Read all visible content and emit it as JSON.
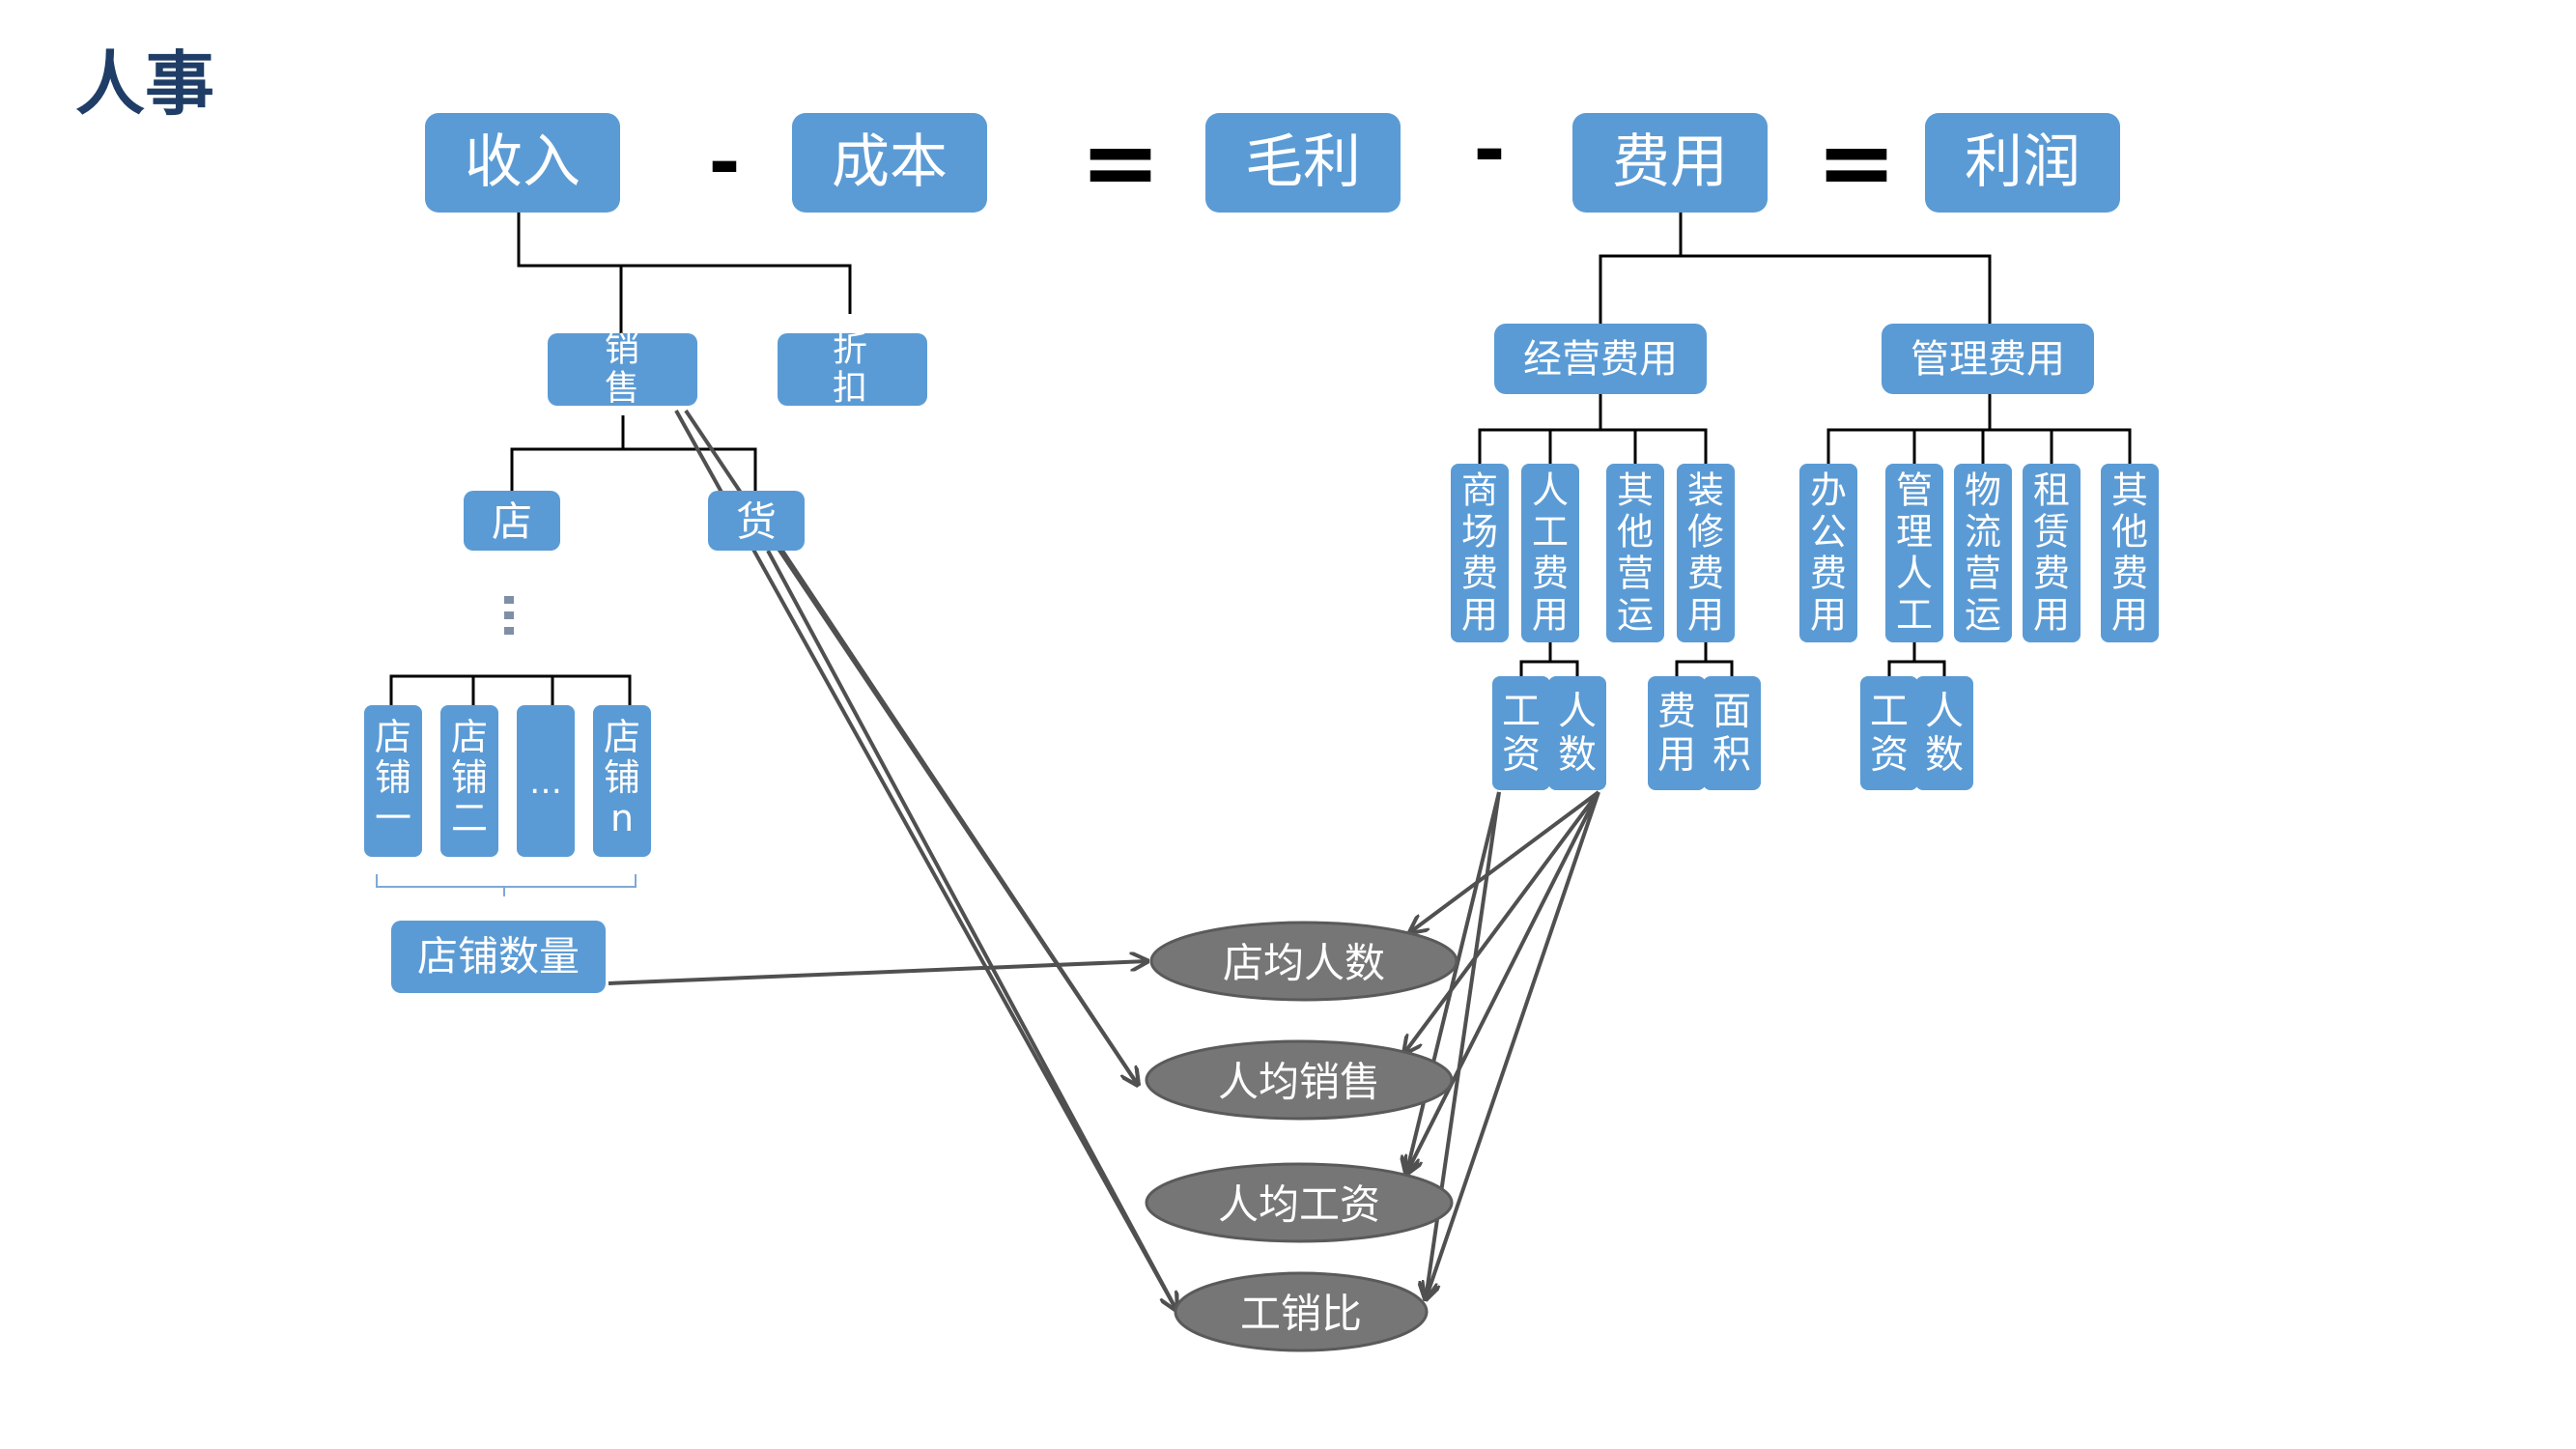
{
  "title": "人事",
  "formula": {
    "terms": [
      "收入",
      "成本",
      "毛利",
      "费用",
      "利润"
    ],
    "operators": [
      "-",
      "=",
      "-",
      "="
    ]
  },
  "income": {
    "sales": "销\n售",
    "discount": "折\n扣",
    "store": "店",
    "goods": "货",
    "ellipsis": "⋮",
    "stores": [
      "店\n铺\n一",
      "店\n铺\n二",
      "…",
      "店\n铺\nn"
    ],
    "store_count": "店铺数量"
  },
  "expenses": {
    "operating": {
      "label": "经营费用",
      "items": [
        "商\n场\n费\n用",
        "人\n工\n费\n用",
        "其\n他\n营\n运",
        "装\n修\n费\n用"
      ],
      "labor_sub": [
        "工\n资",
        "人\n数"
      ],
      "decor_sub": [
        "费\n用",
        "面\n积"
      ]
    },
    "management": {
      "label": "管理费用",
      "items": [
        "办\n公\n费\n用",
        "管\n理\n人\n工",
        "物\n流\n营\n运",
        "租\n赁\n费\n用",
        "其\n他\n费\n用"
      ],
      "labor_sub": [
        "工\n资",
        "人\n数"
      ]
    }
  },
  "metrics": [
    "店均人数",
    "人均销售",
    "人均工资",
    "工销比"
  ],
  "colors": {
    "box": "#5b9bd5",
    "oval": "#767676",
    "title": "#1f3d66",
    "line": "#000000",
    "arrow": "#505050"
  }
}
